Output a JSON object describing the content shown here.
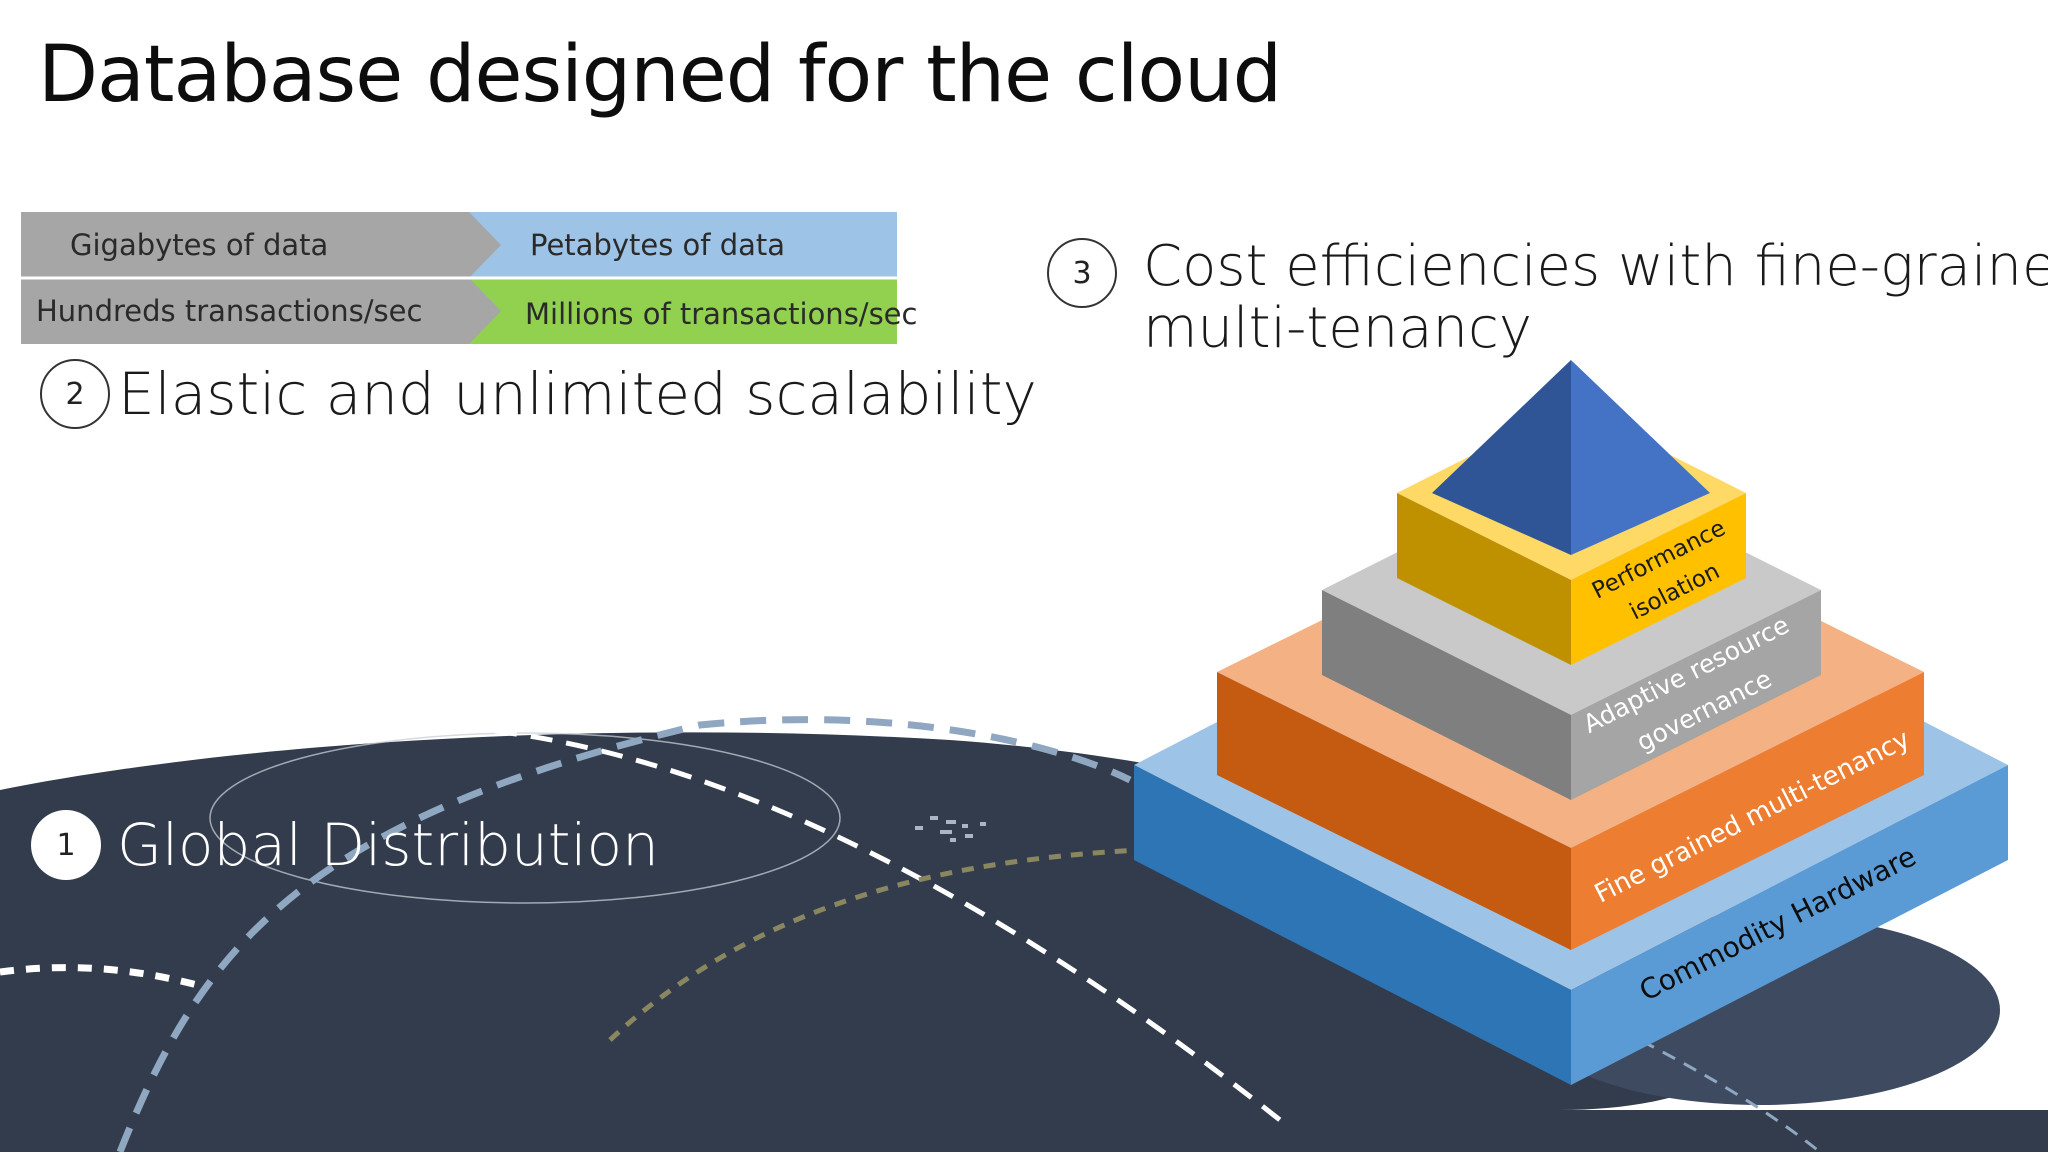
{
  "slide": {
    "title": "Database designed for the cloud"
  },
  "scalability_table": {
    "rows": [
      {
        "from": "Gigabytes of data",
        "to": "Petabytes of data"
      },
      {
        "from": "Hundreds transactions/sec",
        "to": "Millions of transactions/sec"
      }
    ]
  },
  "points": [
    {
      "number": "1",
      "label": "Global Distribution"
    },
    {
      "number": "2",
      "label": "Elastic and unlimited scalability"
    },
    {
      "number": "3",
      "label_line1": "Cost efficiencies with fine-grained",
      "label_line2": "multi-tenancy"
    }
  ],
  "pyramid": {
    "levels": [
      {
        "label": "Commodity Hardware"
      },
      {
        "label": "Fine grained multi-tenancy"
      },
      {
        "label_line1": "Adaptive resource",
        "label_line2": "governance"
      },
      {
        "label_line1": "Performance",
        "label_line2": "isolation"
      }
    ]
  },
  "colors": {
    "globe": "#323c4c",
    "arrow_gray": "#a6a6a6",
    "petabytes_blue": "#9dc3e6",
    "millions_green": "#92d050",
    "hardware_blue": "#5b9bd5",
    "tenancy_orange": "#ed7d31",
    "governance_gray": "#a5a5a5",
    "isolation_yellow": "#ffc000",
    "apex_blue": "#4472c4"
  }
}
